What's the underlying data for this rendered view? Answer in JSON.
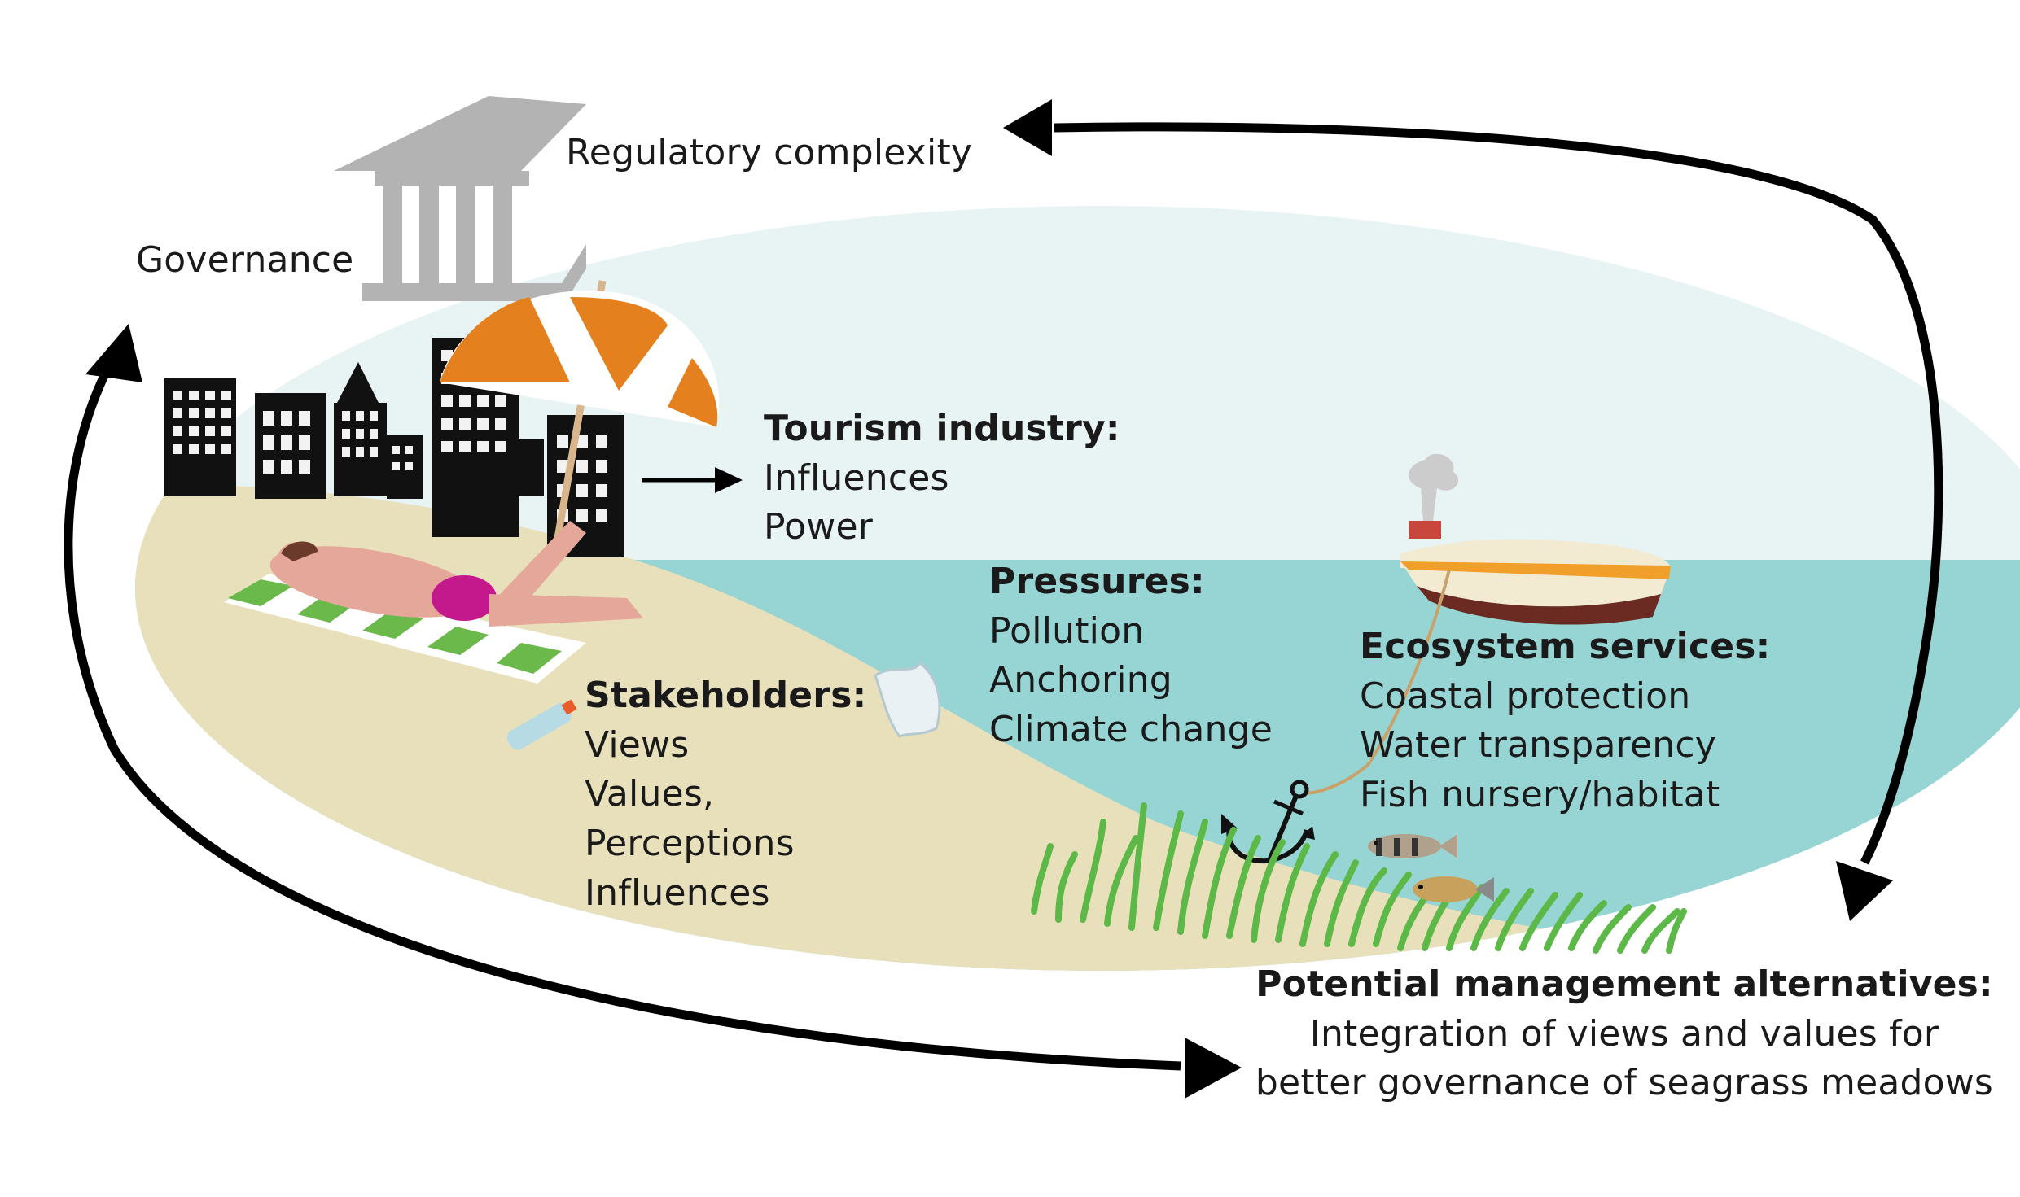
{
  "labels": {
    "regulatory": "Regulatory complexity",
    "governance": "Governance",
    "tourism": {
      "heading": "Tourism industry:",
      "items": [
        "Influences",
        "Power"
      ]
    },
    "pressures": {
      "heading": "Pressures:",
      "items": [
        "Pollution",
        "Anchoring",
        "Climate change"
      ]
    },
    "ecosystem": {
      "heading": "Ecosystem services:",
      "items": [
        "Coastal protection",
        "Water transparency",
        "Fish nursery/habitat"
      ]
    },
    "stakeholders": {
      "heading": "Stakeholders:",
      "items": [
        "Views",
        "Values,",
        "Perceptions",
        "Influences"
      ]
    },
    "management": {
      "heading": "Potential management alternatives:",
      "items": [
        "Integration of views and values for",
        "better governance of seagrass meadows"
      ]
    }
  },
  "icons": [
    "institution-icon",
    "hotel-buildings-icon",
    "beach-umbrella-icon",
    "sunbather-icon",
    "beach-towel-icon",
    "bottle-icon",
    "plastic-bag-icon",
    "boat-icon",
    "anchor-icon",
    "fish-icon",
    "seagrass-icon"
  ],
  "colors": {
    "sky": "#e8f3f4",
    "sea": "#97d5d4",
    "sand": "#e8e0bb",
    "umbrella": "#e5801e",
    "arrow": "#000000",
    "institution": "#b3b3b3",
    "seagrass": "#5cb847"
  }
}
